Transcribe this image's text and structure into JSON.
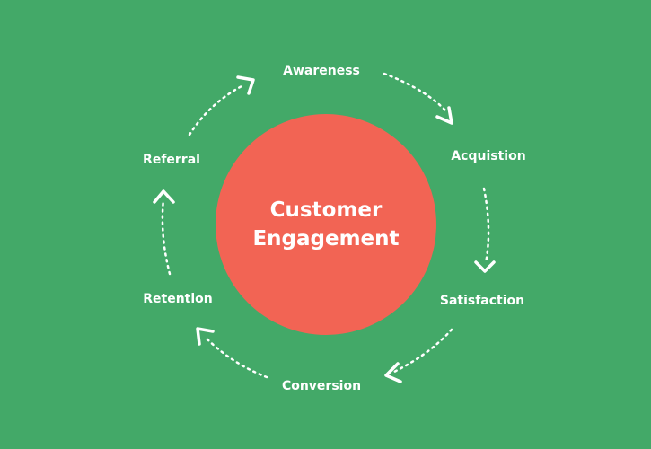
{
  "center": {
    "line1": "Customer",
    "line2": "Engagement"
  },
  "stages": [
    "Awareness",
    "Acquistion",
    "Satisfaction",
    "Conversion",
    "Retention",
    "Referral"
  ],
  "colors": {
    "background": "#43a968",
    "center_circle": "#f26454",
    "text": "#ffffff"
  }
}
